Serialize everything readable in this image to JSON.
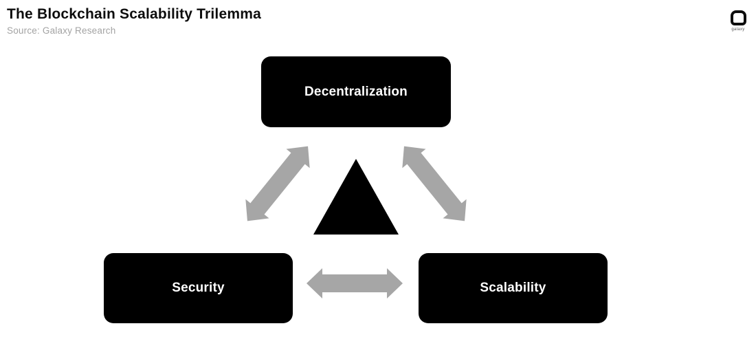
{
  "header": {
    "title": "The Blockchain Scalability Trilemma",
    "source": "Source: Galaxy Research"
  },
  "logo": {
    "label": "galaxy"
  },
  "diagram": {
    "center_shape": "triangle",
    "nodes": [
      {
        "id": "decentralization",
        "label": "Decentralization",
        "position": "top-center"
      },
      {
        "id": "security",
        "label": "Security",
        "position": "bottom-left"
      },
      {
        "id": "scalability",
        "label": "Scalability",
        "position": "bottom-right"
      }
    ],
    "connections": [
      {
        "from": "decentralization",
        "to": "security",
        "style": "double-headed-arrow"
      },
      {
        "from": "decentralization",
        "to": "scalability",
        "style": "double-headed-arrow"
      },
      {
        "from": "security",
        "to": "scalability",
        "style": "double-headed-arrow"
      }
    ]
  },
  "colors": {
    "node_bg": "#000000",
    "node_text": "#ffffff",
    "arrow": "#a6a6a6",
    "title": "#0d0d0d",
    "subtitle": "#a3a3a3"
  }
}
